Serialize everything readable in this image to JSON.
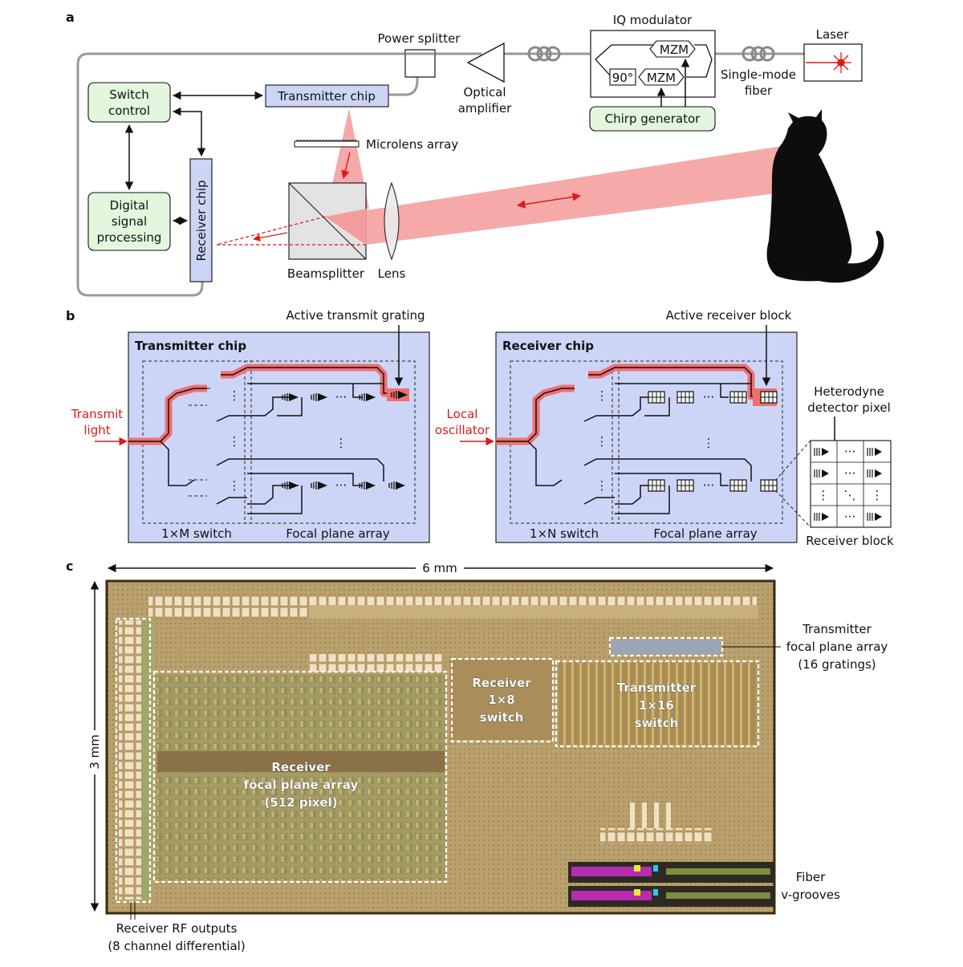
{
  "panel_a": {
    "tag": "a",
    "iq_modulator": "IQ modulator",
    "laser": "Laser",
    "power_splitter": "Power splitter",
    "optical_amplifier_1": "Optical",
    "optical_amplifier_2": "amplifier",
    "mzm_top": "MZM",
    "mzm_bottom": "MZM",
    "phase": "90°",
    "single_mode_fiber_1": "Single-mode",
    "single_mode_fiber_2": "fiber",
    "chirp_generator": "Chirp generator",
    "switch_control_1": "Switch",
    "switch_control_2": "control",
    "transmitter_chip": "Transmitter chip",
    "microlens_array": "Microlens array",
    "dsp_1": "Digital",
    "dsp_2": "signal",
    "dsp_3": "processing",
    "receiver_chip": "Receiver chip",
    "beamsplitter": "Beamsplitter",
    "lens": "Lens"
  },
  "panel_b": {
    "tag": "b",
    "active_transmit_grating": "Active transmit grating",
    "active_receiver_block": "Active receiver block",
    "transmitter_chip": "Transmitter chip",
    "receiver_chip": "Receiver chip",
    "transmit_light_1": "Transmit",
    "transmit_light_2": "light",
    "local_osc_1": "Local",
    "local_osc_2": "oscillator",
    "switch_1xm": "1×M switch",
    "switch_1xn": "1×N switch",
    "fpa_tx": "Focal plane array",
    "fpa_rx": "Focal plane array",
    "heterodyne_1": "Heterodyne",
    "heterodyne_2": "detector pixel",
    "receiver_block": "Receiver block",
    "ellipsis": "···"
  },
  "panel_c": {
    "tag": "c",
    "width_label": "6 mm",
    "height_label": "3 mm",
    "tx_fpa_1": "Transmitter",
    "tx_fpa_2": "focal plane array",
    "tx_fpa_3": "(16 gratings)",
    "rx_switch_1": "Receiver",
    "rx_switch_2": "1×8",
    "rx_switch_3": "switch",
    "tx_switch_1": "Transmitter",
    "tx_switch_2": "1×16",
    "tx_switch_3": "switch",
    "rx_fpa_1": "Receiver",
    "rx_fpa_2": "focal plane array",
    "rx_fpa_3": "(512 pixel)",
    "fiber_1": "Fiber",
    "fiber_2": "v-grooves",
    "rf_1": "Receiver RF outputs",
    "rf_2": "(8 channel differential)"
  },
  "colors": {
    "chip_blue": "#cdd5f7",
    "electronics_green": "#e3f7df",
    "beam_red": "#f59a9a",
    "waveguide_red": "#e02020",
    "die_gold": "#b89a62"
  }
}
